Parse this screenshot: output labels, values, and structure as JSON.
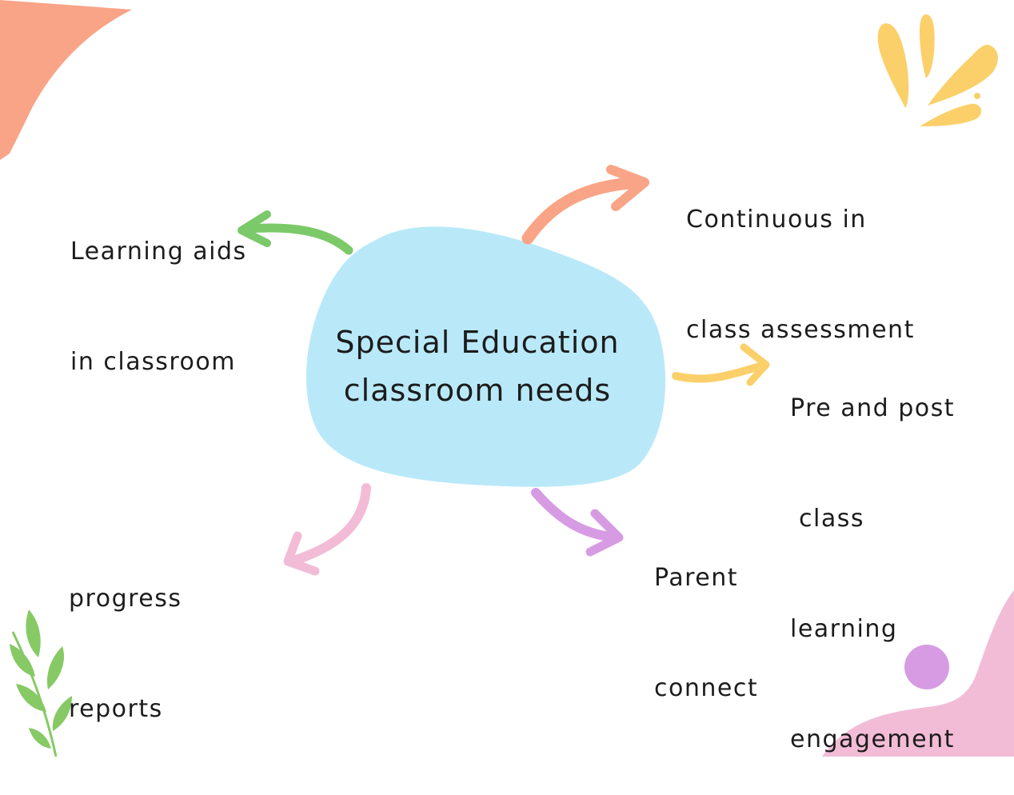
{
  "central_topic": {
    "line1": "Special Education",
    "line2": "classroom needs"
  },
  "branches": {
    "learning_aids": {
      "line1": "Learning aids",
      "line2": "in classroom",
      "color": "#7cc96a"
    },
    "assessment": {
      "line1": "Continuous in",
      "line2": "class assessment",
      "color": "#f9a486"
    },
    "engagement": {
      "line1": "Pre and post",
      "line2": " class",
      "line3": "learning",
      "line4": "engagement",
      "color": "#fbd06a"
    },
    "parent": {
      "line1": "Parent",
      "line2": "connect",
      "color": "#d79be3"
    },
    "progress": {
      "line1": "progress",
      "line2": "reports",
      "color": "#f2bcd7"
    }
  },
  "colors": {
    "blob": "#b9e9f9",
    "corner_top_left": "#f9a486",
    "splash_top_right": "#fbd06a",
    "corner_bottom_right": "#f2bcd7",
    "dot_bottom_right": "#d79be3",
    "leaves_bottom_left": "#86c965"
  }
}
